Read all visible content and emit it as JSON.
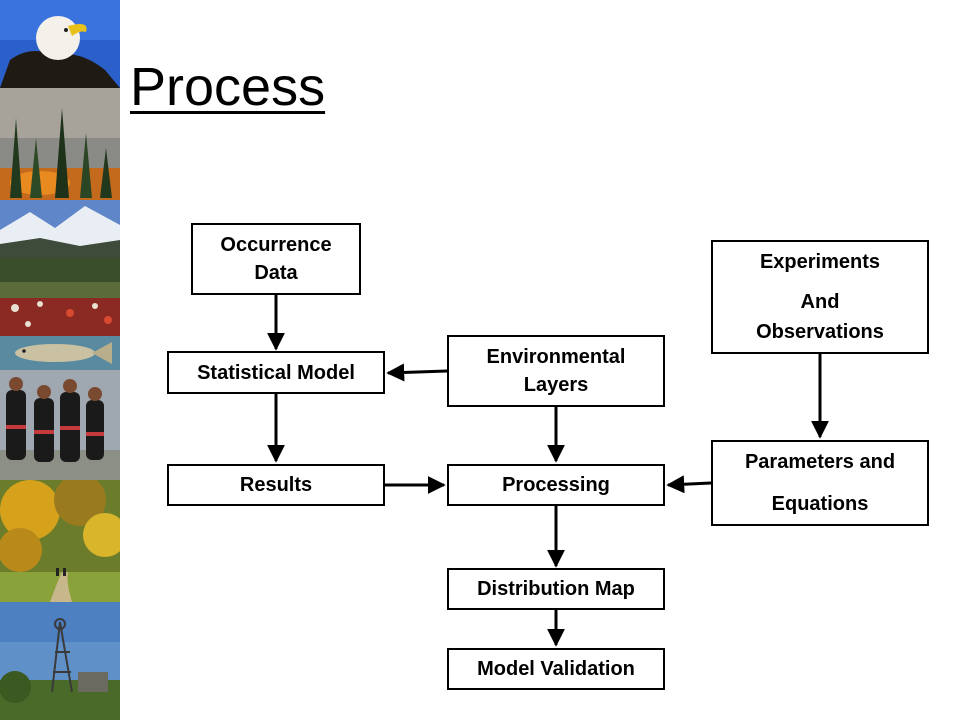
{
  "slide": {
    "title": "Process"
  },
  "photo_strip": [
    {
      "subject": "bald-eagle"
    },
    {
      "subject": "forest-fire"
    },
    {
      "subject": "snowy-mountains"
    },
    {
      "subject": "wildflower-meadow"
    },
    {
      "subject": "trout-fish"
    },
    {
      "subject": "people-in-traditional-dress"
    },
    {
      "subject": "autumn-forest-path"
    },
    {
      "subject": "mine-headframe"
    }
  ],
  "flowchart": {
    "occurrence_data": {
      "line1": "Occurrence",
      "line2": "Data"
    },
    "statistical_model": {
      "label": "Statistical Model"
    },
    "environmental_layers": {
      "line1": "Environmental",
      "line2": "Layers"
    },
    "experiments": {
      "line1": "Experiments",
      "line2": "And",
      "line3": "Observations"
    },
    "results": {
      "label": "Results"
    },
    "processing": {
      "label": "Processing"
    },
    "parameters": {
      "line1": "Parameters and",
      "line2": "Equations"
    },
    "distribution_map": {
      "label": "Distribution Map"
    },
    "model_validation": {
      "label": "Model Validation"
    }
  },
  "colors": {
    "box_border": "#000000",
    "arrow": "#000000",
    "background": "#ffffff"
  }
}
